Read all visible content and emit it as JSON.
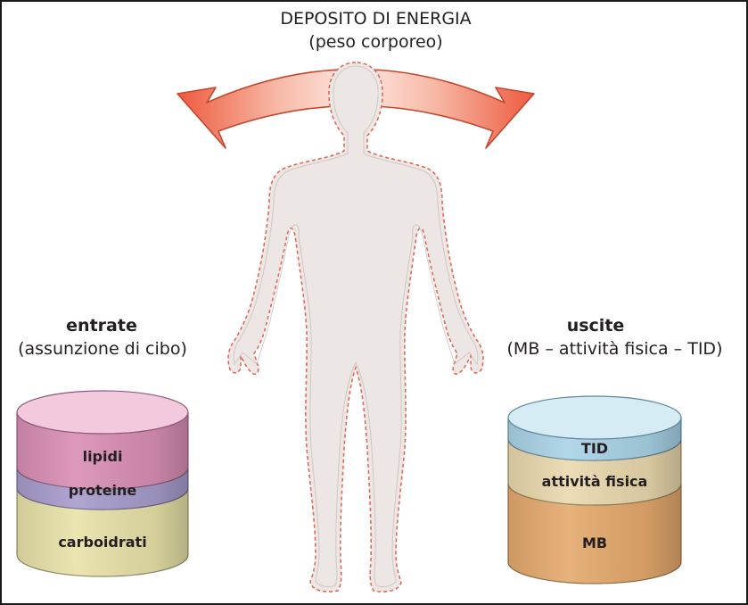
{
  "diagram": {
    "title": "DEPOSITO DI ENERGIA",
    "subtitle": "(peso corporeo)",
    "intake": {
      "heading": "entrate",
      "subheading": "(assunzione di cibo)",
      "layers": [
        "lipidi",
        "proteine",
        "carboidrati"
      ]
    },
    "output": {
      "heading": "uscite",
      "subheading": "(MB – attività fisica – TID)",
      "layers": [
        "TID",
        "attività fisica",
        "MB"
      ]
    },
    "colors": {
      "arrow": "#ef6b4f",
      "body_fill": "#ece7e5",
      "body_outline": "#e06a5a",
      "lipidi": "#d98fb4",
      "proteine": "#a79ccc",
      "carboidrati": "#e8e2a8",
      "tid": "#a9d3e6",
      "attivita_fisica": "#ead9ae",
      "mb": "#e4a96c"
    }
  }
}
